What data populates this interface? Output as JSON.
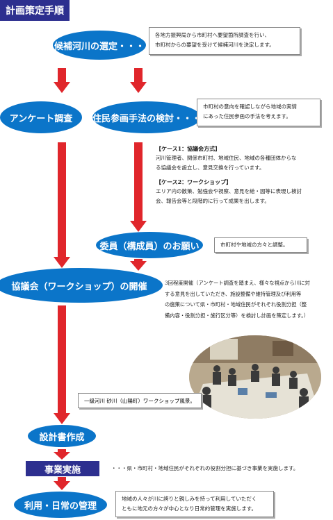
{
  "title": "計画策定手順",
  "steps": {
    "select": "候補河川の選定・・・",
    "survey": "アンケート調査",
    "method": "住民参画手法の検討・・・",
    "request": "委員（構成員）のお願い",
    "council": "協議会（ワークショップ）の開催",
    "design": "設計書作成",
    "implement": "事業実施",
    "usage": "利用・日常の管理"
  },
  "notes": {
    "select": [
      "各地方振興局から市町村へ要望箇所調査を行い、",
      "市町村からの要望を受けて候補河川を決定します。"
    ],
    "method": [
      "市町村の意向を確認しながら地域の実情",
      "にあった住民参画の手法を考えます。"
    ],
    "request": "市町村や地域の方々と調整。",
    "council": [
      "3回程度開催（アンケート調査を踏まえ、様々な視点から川に対",
      "する意見を出していただき、施設整備や維持管理及び利用等",
      "の施策について県・市町村・地域住民がそれぞれ役割分担（整",
      "備内容・役割分担・施行区分等）を検討し計画を策定します。）"
    ],
    "implement": "・・・県・市町村・地域住民がそれぞれの役割分担に基づき事業を実施します。",
    "usage": [
      "地域の人々が川に誇りと親しみを持って利用していただく",
      "ともに地元の方々が中心となり日常的管理を実施します。"
    ]
  },
  "cases": {
    "case1_title": "【ケース1：協議会方式】",
    "case1_text": [
      "河川管理者、関係市町村、地域住民、地域の各種団体からな",
      "る協議会を設立し、意見交換を行っています。"
    ],
    "case2_title": "【ケース2：ワークショップ】",
    "case2_text": [
      "エリア内の散策、勉強会や視察、意見を絵・図等に表現し検討",
      "会、報告会等と段階的に行って成果を出します。"
    ]
  },
  "photo_caption": "一級河川 砂川（山陽町）ワークショップ風景。",
  "colors": {
    "oval": "#0b75c9",
    "navy": "#2d2f8f",
    "arrow": "#e0262b"
  }
}
